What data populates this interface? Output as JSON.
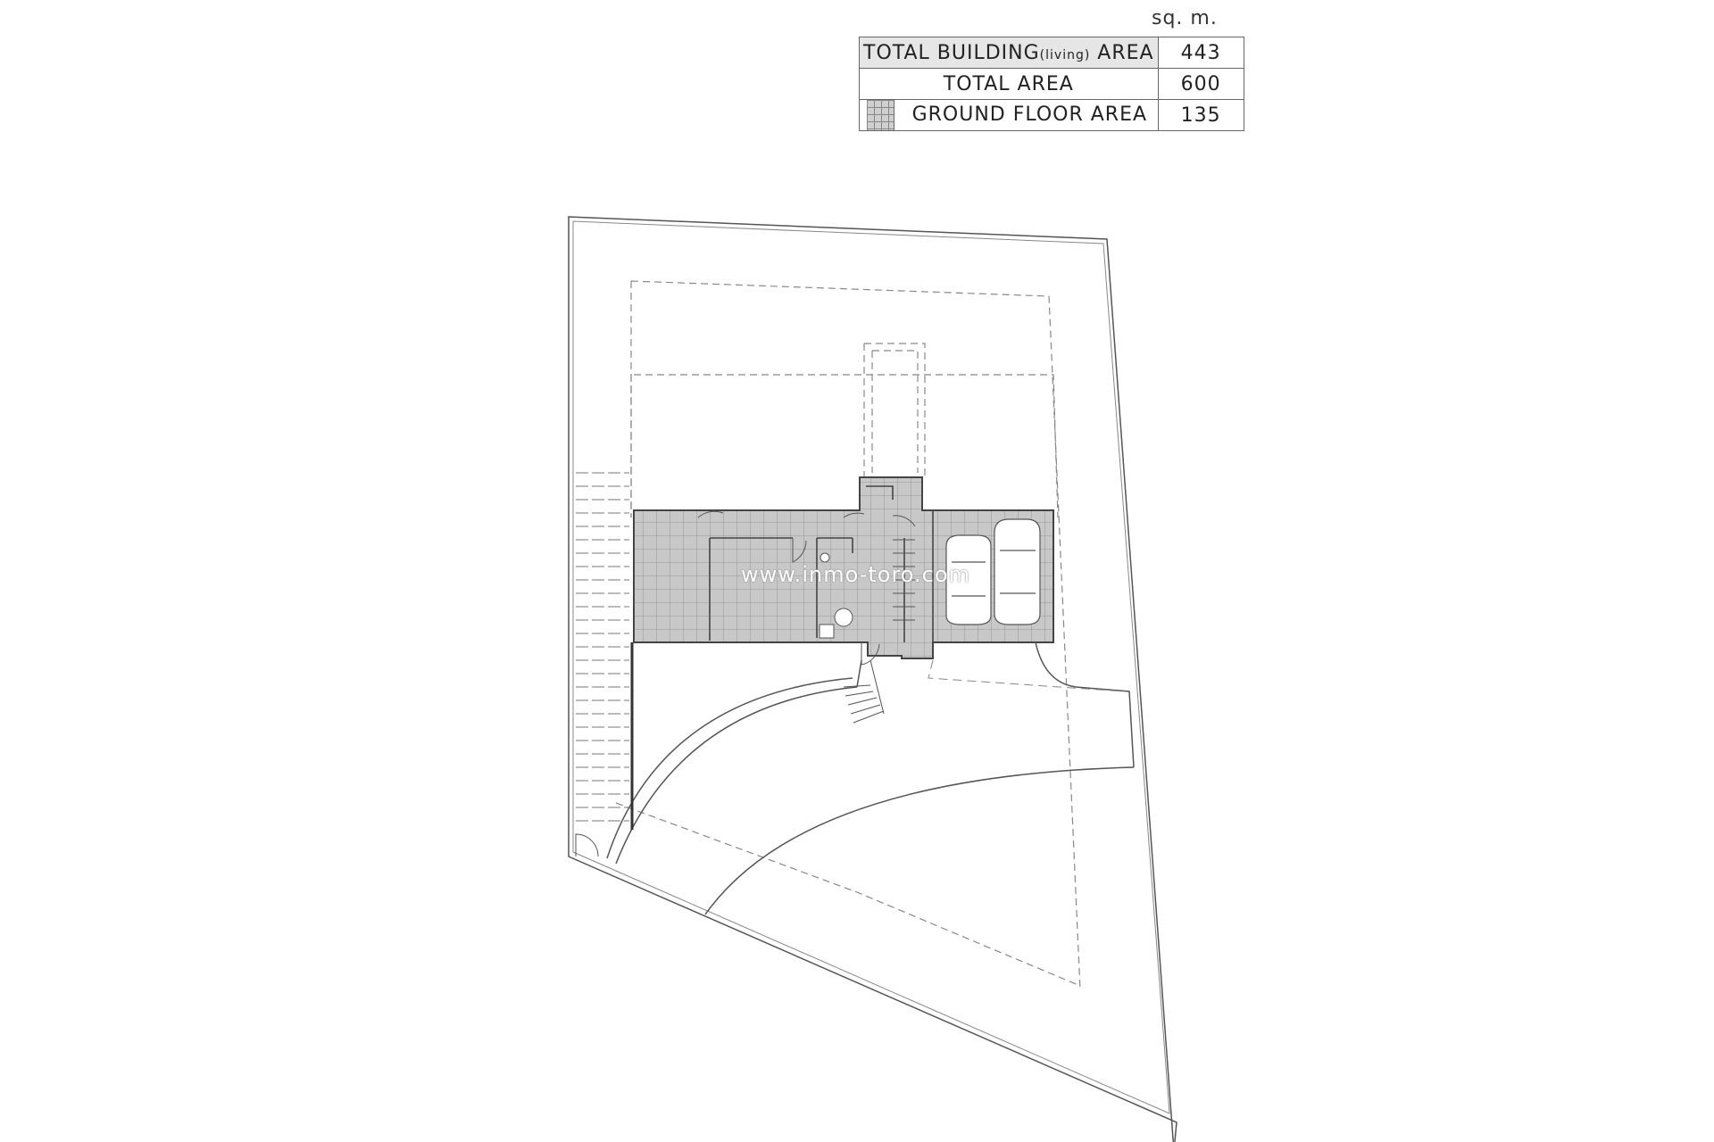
{
  "legend": {
    "unit": "sq. m.",
    "rows": [
      {
        "label_main": "TOTAL BUILDING",
        "label_sub": "(living)",
        "label_end": " AREA",
        "value": "443"
      },
      {
        "label": "TOTAL AREA",
        "value": "600"
      },
      {
        "label": "GROUND FLOOR AREA",
        "value": "135"
      }
    ]
  },
  "watermark": "www.inmo-toro.com",
  "colors": {
    "line": "#555555",
    "hatch_fill": "#c8c8c8",
    "hatch_grid": "#8a8a8a"
  }
}
